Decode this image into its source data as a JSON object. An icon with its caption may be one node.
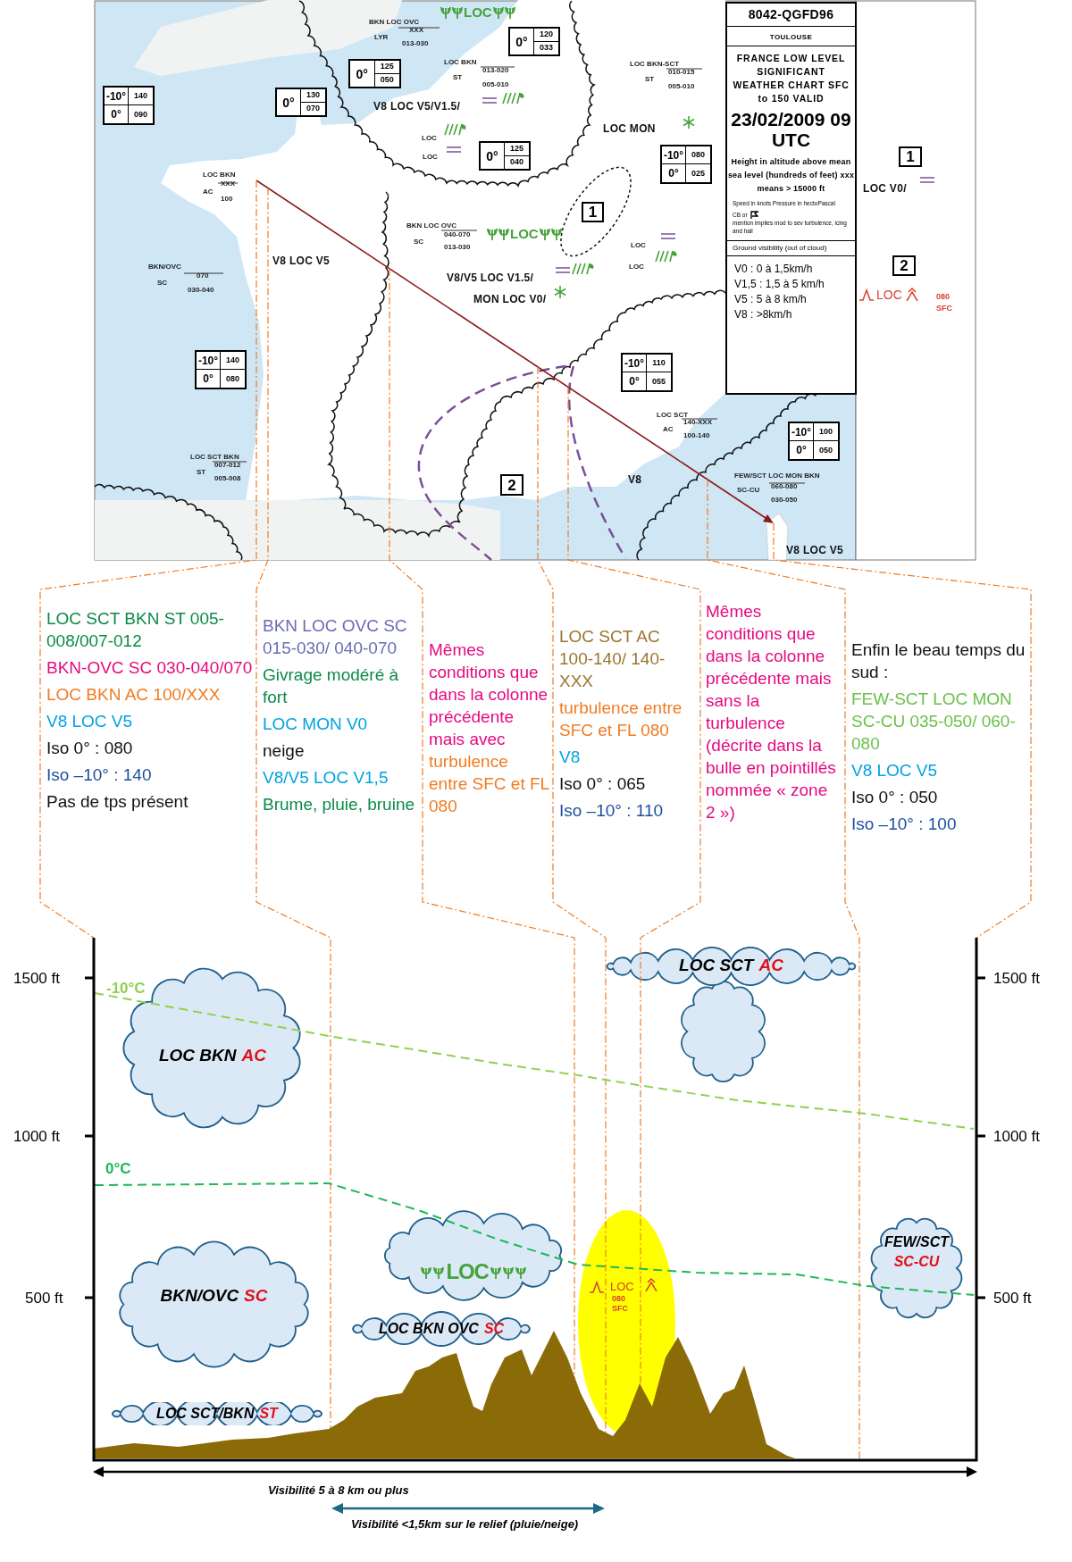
{
  "diagram": {
    "nodes": [
      {
        "text": [
          "-10°",
          "140",
          "0°",
          "090"
        ]
      },
      {
        "text": [
          "0°",
          "130",
          "070"
        ]
      },
      {
        "text": [
          "0°",
          "125",
          "050"
        ]
      },
      {
        "text": [
          "0°",
          "120",
          "033"
        ]
      },
      {
        "text": [
          "0°",
          "125",
          "040"
        ]
      },
      {
        "text": [
          "-10°",
          "080",
          "0°",
          "025"
        ]
      },
      {
        "text": [
          "1"
        ]
      },
      {
        "text": [
          "-10°",
          "140",
          "0°",
          "080"
        ]
      },
      {
        "text": [
          "-10°",
          "110",
          "0°",
          "055"
        ]
      },
      {
        "text": [
          "-10°",
          "100",
          "0°",
          "050"
        ]
      },
      {
        "text": [
          "2"
        ]
      },
      {
        "text": [
          "8042-QGFD96",
          "TOULOUSE",
          "FRANCE LOW LEVEL SIGNIFICANT WEATHER CHART SFC to 150 VALID",
          "23/02/2009 09 UTC",
          "Height in altitude above mean sea level (hundreds of feet) xxx means > 15000 ft",
          "Speed in knots Pressure in hectoPascal",
          "CB or",
          "mention implies mod to sev turbulence, icing and hail",
          "Ground visibility (out of cloud)",
          "V0 : 0 à 1,5km/h",
          "V1,5 : 1,5 à 5 km/h",
          "V5 : 5 à 8 km/h",
          "V8 : >8km/h"
        ]
      },
      {
        "text": [
          "1"
        ]
      },
      {
        "text": [
          "2"
        ]
      },
      {
        "text": [
          "LOC SCT BKN ST 005-008/007-012",
          "BKN-OVC SC 030-040/070",
          "LOC BKN AC 100/XXX",
          "V8 LOC V5",
          "Iso 0° : 080",
          "Iso –10° : 140",
          "Pas de tps présent"
        ]
      },
      {
        "text": [
          "BKN LOC OVC SC 015-030/ 040-070",
          "Givrage modéré à fort",
          "LOC MON V0",
          "neige",
          "V8/V5 LOC V1,5",
          "Brume, pluie, bruine"
        ]
      },
      {
        "text": [
          "Mêmes conditions que dans la colonne précédente mais avec",
          "turbulence entre SFC et FL 080"
        ]
      },
      {
        "text": [
          "LOC SCT AC 100-140/ 140-XXX",
          "turbulence entre SFC et FL 080",
          "V8",
          "Iso 0° : 065",
          "Iso –10° : 110"
        ]
      },
      {
        "text": [
          "Mêmes conditions que dans la colonne précédente mais sans la turbulence (décrite dans la bulle en pointillés nommée « zone 2 »)"
        ]
      },
      {
        "text": [
          "Enfin le beau temps du sud :",
          "FEW-SCT LOC MON SC-CU 035-050/ 060-080",
          "V8 LOC V5",
          "Iso 0° : 050",
          "Iso –10° : 100"
        ]
      },
      {
        "text": [
          "LOC BKN",
          "AC"
        ]
      },
      {
        "text": [
          "LOC SCT",
          "AC"
        ]
      },
      {
        "text": [
          "LOC"
        ]
      },
      {
        "text": [
          "LOC BKN OVC",
          "SC"
        ]
      },
      {
        "text": [
          "LOC",
          "080",
          "SFC"
        ]
      },
      {
        "text": [
          "FEW/SCT",
          "SC-CU"
        ]
      },
      {
        "text": [
          "BKN/OVC",
          "SC"
        ]
      },
      {
        "text": [
          "LOC SCT/BKN",
          "ST"
        ]
      }
    ],
    "labels": [
      "BKN LOC OVC",
      "XXX",
      "LYR",
      "013-030",
      "LOC",
      "LOC BKN",
      "ST",
      "013-020",
      "005-010",
      "V8 LOC V5/V1.5/",
      "LOC BKN-SCT",
      "ST",
      "010-015",
      "005-010",
      "LOC MON",
      "LOC",
      "LOC",
      "LOC BKN",
      "XXX",
      "AC",
      "100",
      "BKN LOC OVC",
      "SC",
      "040-070",
      "013-030",
      "LOC",
      "LOC",
      "LOC",
      "V8 LOC V5",
      "BKN/OVC",
      "SC",
      "070",
      "030-040",
      "V8/V5 LOC V1.5/",
      "MON LOC V0/",
      "LOC SCT",
      "AC",
      "140-XXX",
      "100-140",
      "LOC SCT BKN",
      "ST",
      "007-012",
      "005-008",
      "V8",
      "FEW/SCT LOC MON BKN",
      "SC-CU",
      "060-080",
      "030-050",
      "V8 LOC V5",
      "LOC V0/",
      "LOC",
      "080",
      "SFC",
      "1500 ft",
      "1500 ft",
      "1000 ft",
      "1000 ft",
      "500 ft",
      "500 ft",
      "-10°C",
      "0°C",
      "Visibilité 5 à 8 km ou plus",
      "Visibilité <1,5km sur le relief (pluie/neige)"
    ]
  }
}
